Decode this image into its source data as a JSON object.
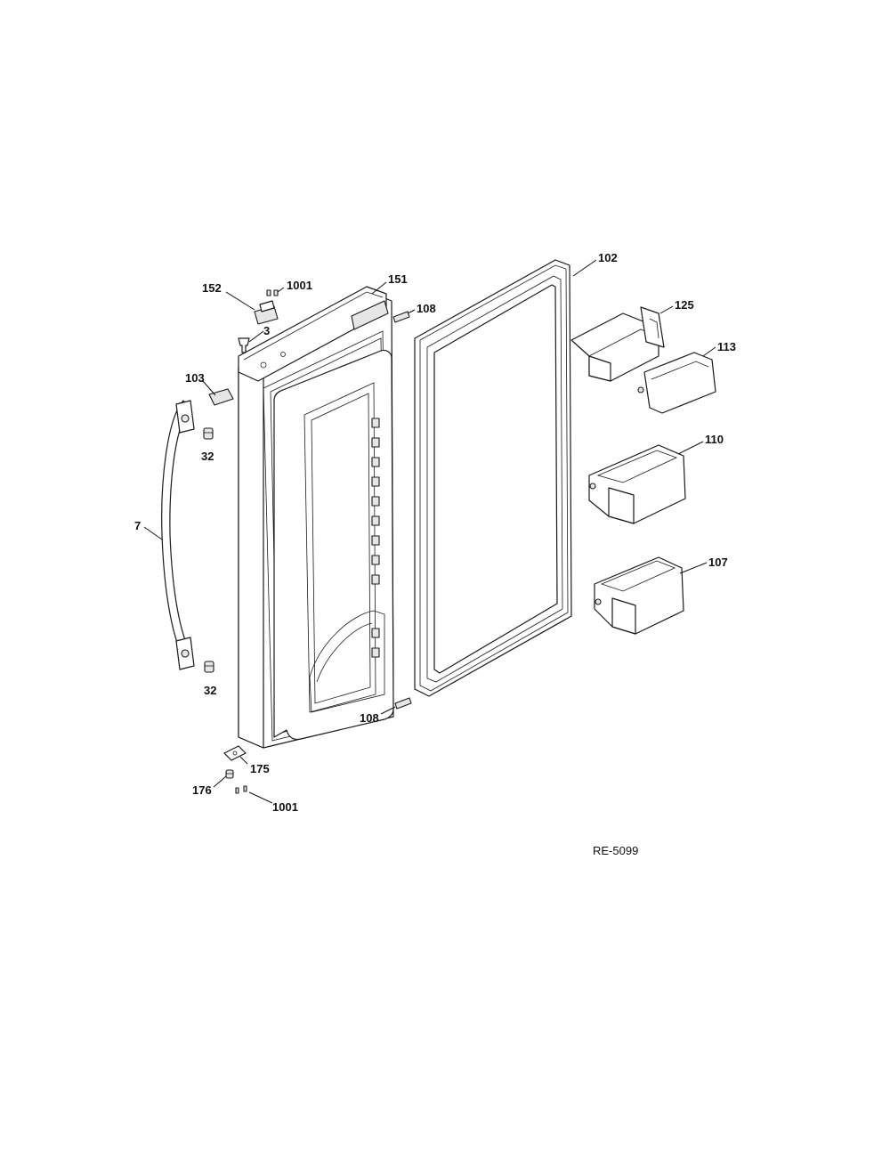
{
  "diagram": {
    "reference": "RE-5099",
    "callouts": {
      "c152": "152",
      "c1001_top": "1001",
      "c151": "151",
      "c108_top": "108",
      "c3": "3",
      "c102": "102",
      "c125": "125",
      "c113": "113",
      "c103": "103",
      "c32_top": "32",
      "c110": "110",
      "c7": "7",
      "c107": "107",
      "c32_bottom": "32",
      "c108_bottom": "108",
      "c175": "175",
      "c176": "176",
      "c1001_bottom": "1001"
    }
  }
}
